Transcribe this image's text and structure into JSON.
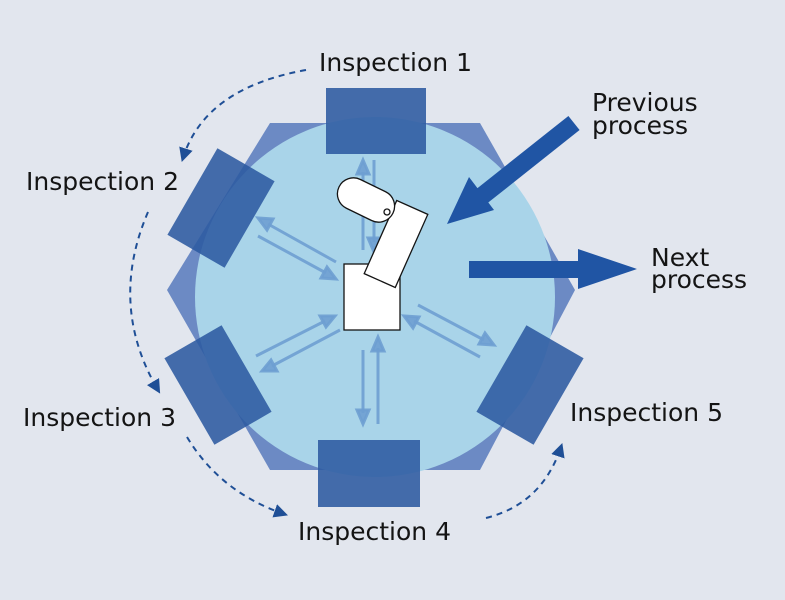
{
  "labels": {
    "inspection_1": "Inspection 1",
    "inspection_2": "Inspection 2",
    "inspection_3": "Inspection 3",
    "inspection_4": "Inspection 4",
    "inspection_5": "Inspection 5",
    "previous_process": [
      "Previous",
      "process"
    ],
    "next_process": [
      "Next",
      "process"
    ]
  },
  "colors": {
    "background": "#e2e6ee",
    "hexagon": "#5f80bf",
    "cell_circle": "#a9d4e9",
    "station": "#2c5aa0",
    "process_arrow": "#2055a4",
    "transfer_arrow": "#6e9fd2",
    "sequence_arrow": "#1f4f96",
    "robot": "#ffffff"
  }
}
